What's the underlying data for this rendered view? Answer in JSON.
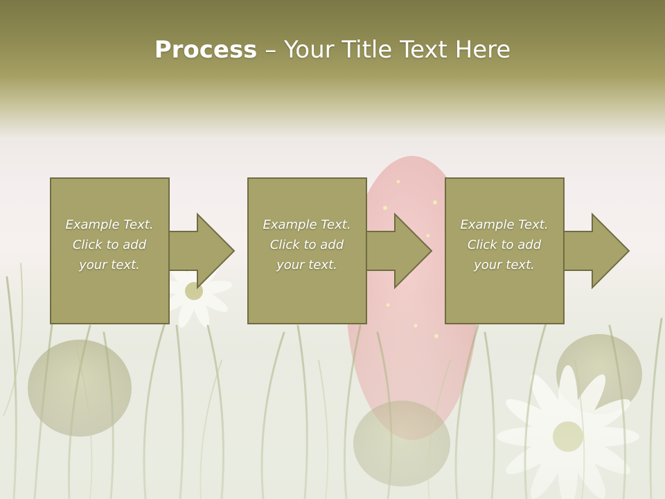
{
  "slide": {
    "title_bold": "Process",
    "title_rest": " – Your Title Text Here",
    "steps": [
      {
        "text": "Example Text.\nClick  to add\nyour text."
      },
      {
        "text": "Example Text.\nClick  to add\nyour text."
      },
      {
        "text": "Example Text.\nClick  to add\nyour text."
      }
    ]
  },
  "colors": {
    "box_fill": "#a7a36a",
    "box_stroke": "#6f6c42",
    "title_text": "#ffffff",
    "header_band": "#8f8b53"
  }
}
